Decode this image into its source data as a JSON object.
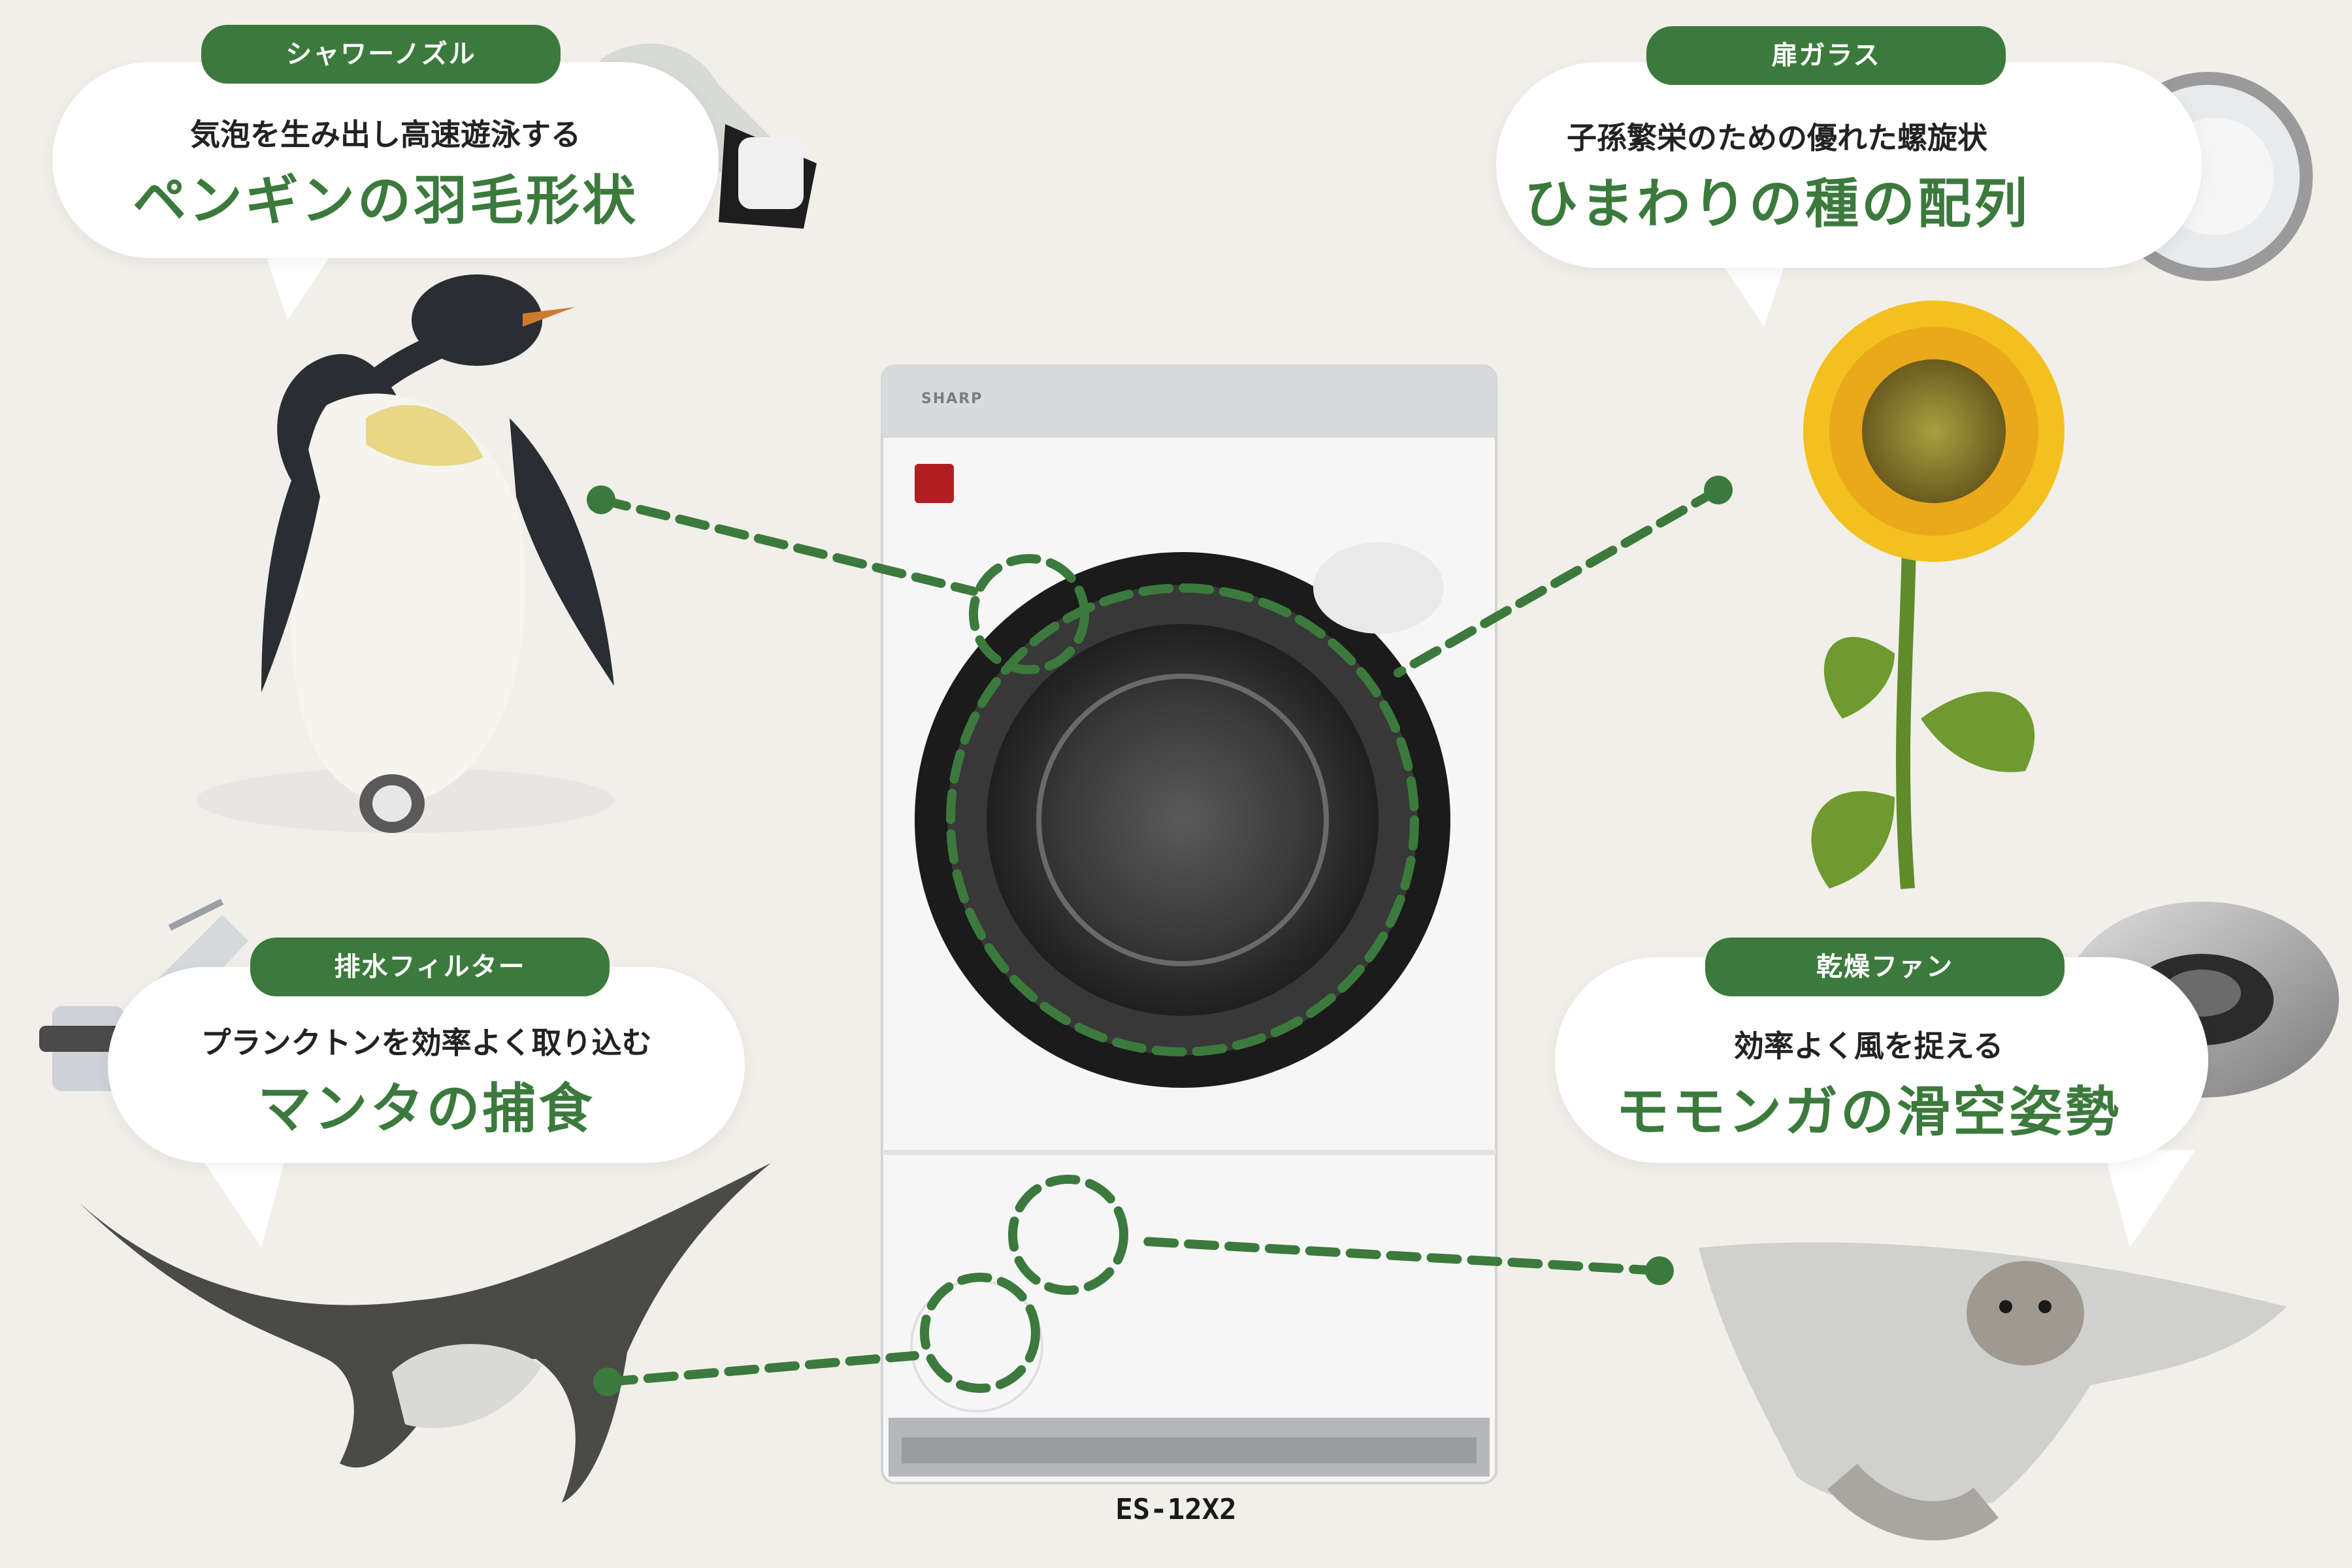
{
  "callouts": [
    {
      "tag": "シャワーノズル",
      "sub": "気泡を生み出し高速遊泳する",
      "main": "ペンギンの羽毛形状"
    },
    {
      "tag": "扉ガラス",
      "sub": "子孫繁栄のための優れた螺旋状",
      "main": "ひまわりの種の配列"
    },
    {
      "tag": "排水フィルター",
      "sub": "プランクトンを効率よく取り込む",
      "main": "マンタの捕食"
    },
    {
      "tag": "乾燥ファン",
      "sub": "効率よく風を捉える",
      "main": "モモンガの滑空姿勢"
    }
  ],
  "product": {
    "model": "ES-12X2",
    "brand": "SHARP"
  },
  "colors": {
    "accent": "#3b7a3c",
    "background": "#f1efe9"
  }
}
